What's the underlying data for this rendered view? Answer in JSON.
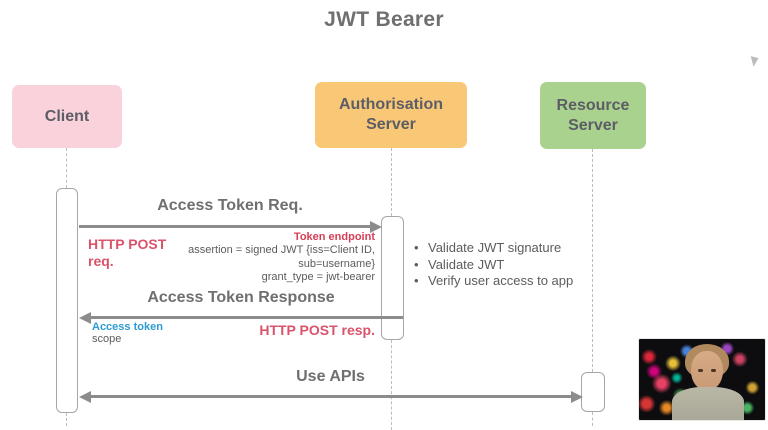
{
  "title": "JWT Bearer",
  "actors": [
    {
      "label": "Client"
    },
    {
      "label": "Authorisation Server"
    },
    {
      "label": "Resource Server"
    }
  ],
  "messages": [
    {
      "label": "Access Token Req.",
      "direction": "client-to-auth"
    },
    {
      "label": "Access Token Response",
      "direction": "auth-to-client"
    },
    {
      "label": "Use APIs",
      "direction": "client-resource-bidirectional"
    }
  ],
  "notes": {
    "http_post_req_line1": "HTTP POST",
    "http_post_req_line2": "req.",
    "token_endpoint": "Token endpoint",
    "assertion_line1": "assertion =  signed JWT {iss=Client ID,",
    "assertion_line2": "sub=username}",
    "assertion_line3": "grant_type = jwt-bearer",
    "checks": [
      "Validate JWT signature",
      "Validate JWT",
      "Verify user access to app"
    ],
    "access_token": "Access token",
    "scope": "scope",
    "http_post_resp": "HTTP POST resp."
  },
  "icons": {
    "cursor": "mouse-pointer",
    "webcam": "presenter-video-thumbnail"
  },
  "colors": {
    "client_box": "#f9d2dc",
    "auth_box": "#f9c877",
    "resource_box": "#a9d28f",
    "arrow": "#8c8c8c",
    "label_gray": "#6f6f6f",
    "note_red": "#d9536b",
    "note_blue": "#2e9bd3",
    "note_gray": "#5c5c5c"
  }
}
